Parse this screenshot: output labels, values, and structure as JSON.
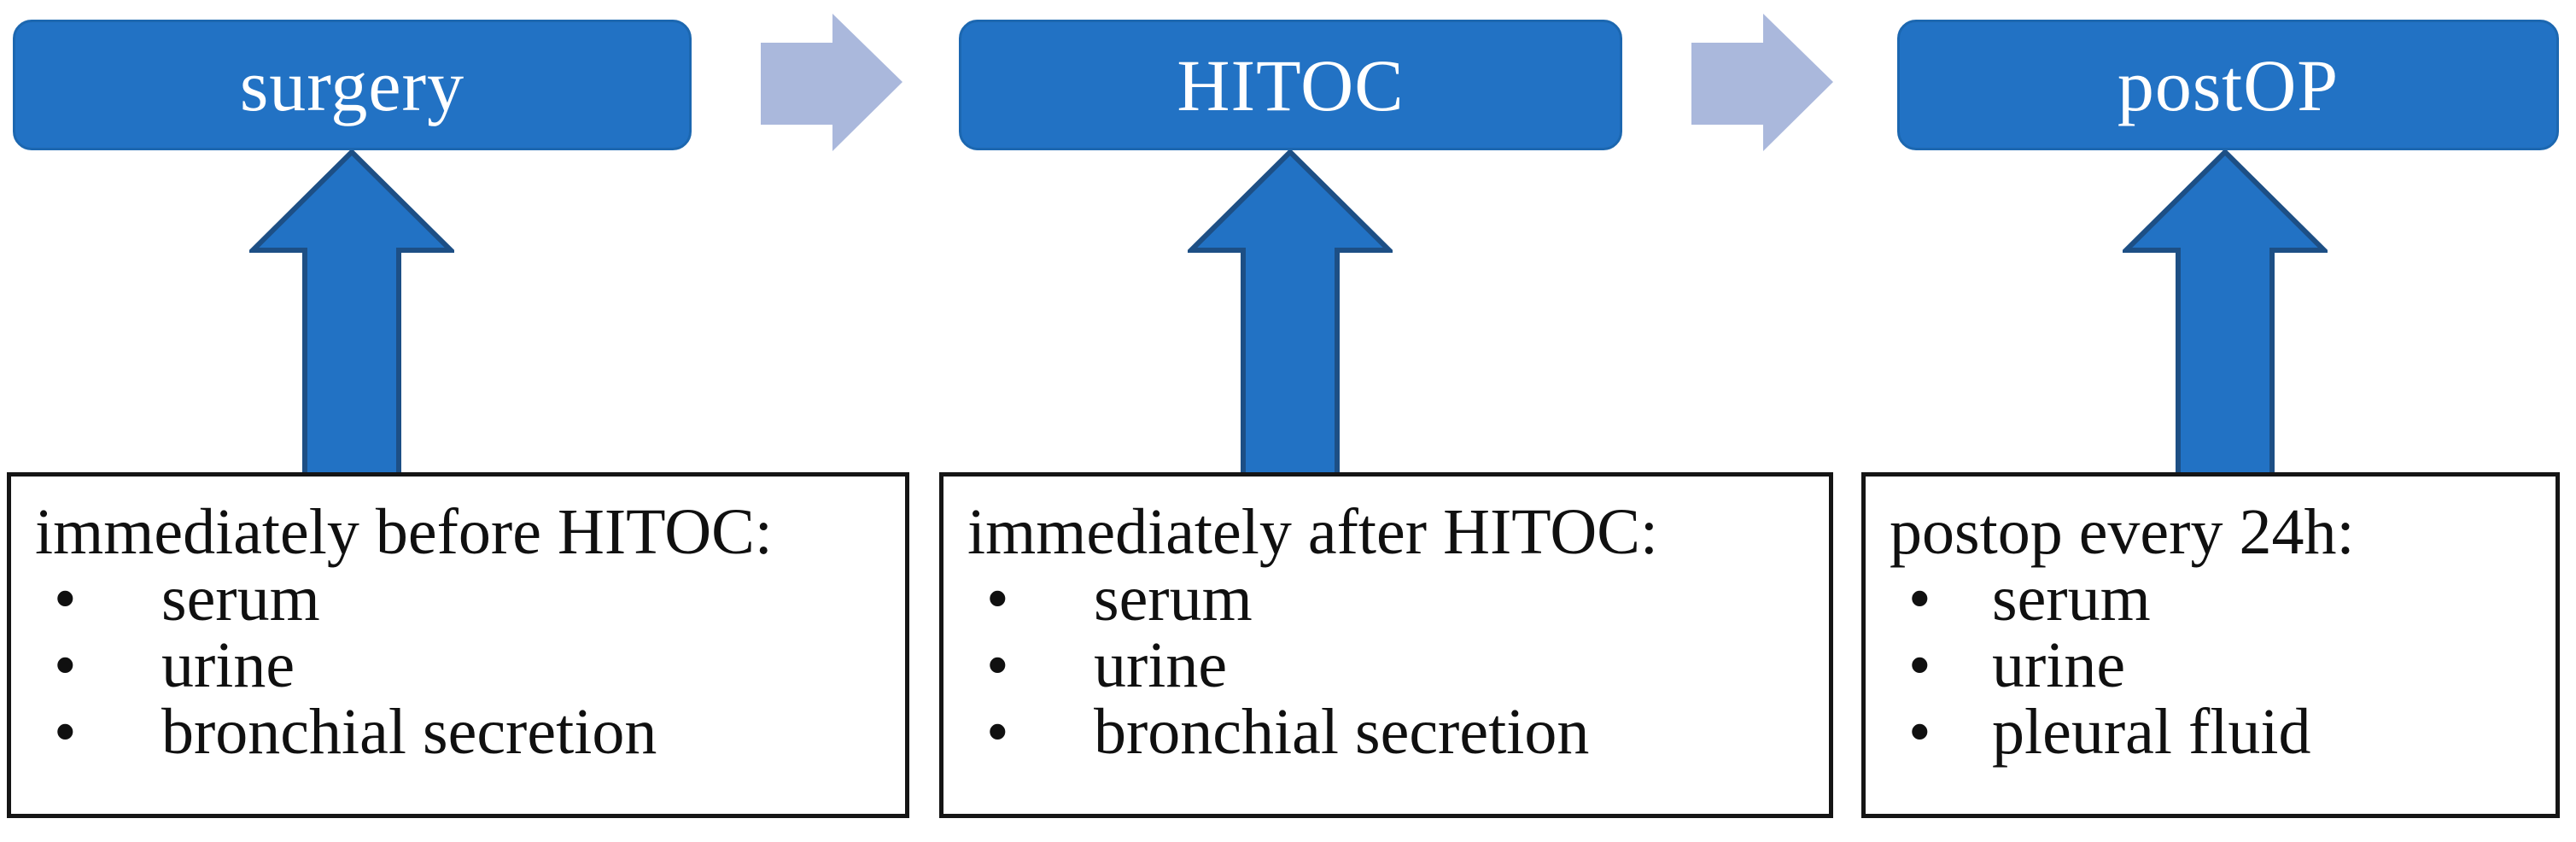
{
  "figure": {
    "description": "Flow diagram of sample collection around HITOC procedure",
    "background": "#ffffff"
  },
  "colors": {
    "stage_box_fill": "#2272c4",
    "stage_box_edge": "#1c67b0",
    "flow_arrow_fill": "#aab8dc",
    "up_arrow_fill": "#2272c4",
    "up_arrow_stroke": "#1d4f85",
    "text_box_border": "#151515",
    "stage_label_color": "#ffffff",
    "body_text_color": "#101010"
  },
  "glyphs": {
    "bullet": "•"
  },
  "stages": [
    {
      "label": "surgery",
      "panel": {
        "title": "immediately before HITOC:",
        "items": [
          "serum",
          "urine",
          "bronchial secretion"
        ]
      }
    },
    {
      "label": "HITOC",
      "panel": {
        "title": "immediately after HITOC:",
        "items": [
          "serum",
          "urine",
          "bronchial secretion"
        ]
      }
    },
    {
      "label": "postOP",
      "panel": {
        "title": "postop every 24h:",
        "items": [
          "serum",
          "urine",
          "pleural fluid"
        ]
      }
    }
  ]
}
